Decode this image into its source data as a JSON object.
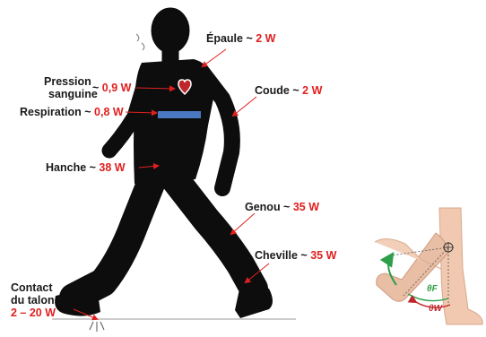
{
  "labels": {
    "shoulder": {
      "name": "Épaule ~ ",
      "value": "2 W"
    },
    "blood_pressure": {
      "name_line1": "Pression",
      "name_line2": "sanguine",
      "approx": "~ ",
      "value": "0,9 W"
    },
    "elbow": {
      "name": "Coude ~ ",
      "value": "2 W"
    },
    "respiration": {
      "name": "Respiration ~ ",
      "value": "0,8 W"
    },
    "hip": {
      "name": "Hanche ~ ",
      "value": "38 W"
    },
    "knee": {
      "name": "Genou ~ ",
      "value": "35 W"
    },
    "ankle": {
      "name": "Cheville ~ ",
      "value": "35 W"
    },
    "heel": {
      "name_line1": "Contact",
      "name_line2": "du talon :",
      "value": "2 – 20 W"
    }
  },
  "inset": {
    "theta_f": "θF",
    "theta_w": "θW"
  },
  "colors": {
    "silhouette": "#0d0d0d",
    "value_red": "#e02020",
    "band_blue": "#4a78c2",
    "heart": "#c0262b",
    "arrow_green": "#2e9e4a",
    "skin": "#f0c9b0"
  }
}
